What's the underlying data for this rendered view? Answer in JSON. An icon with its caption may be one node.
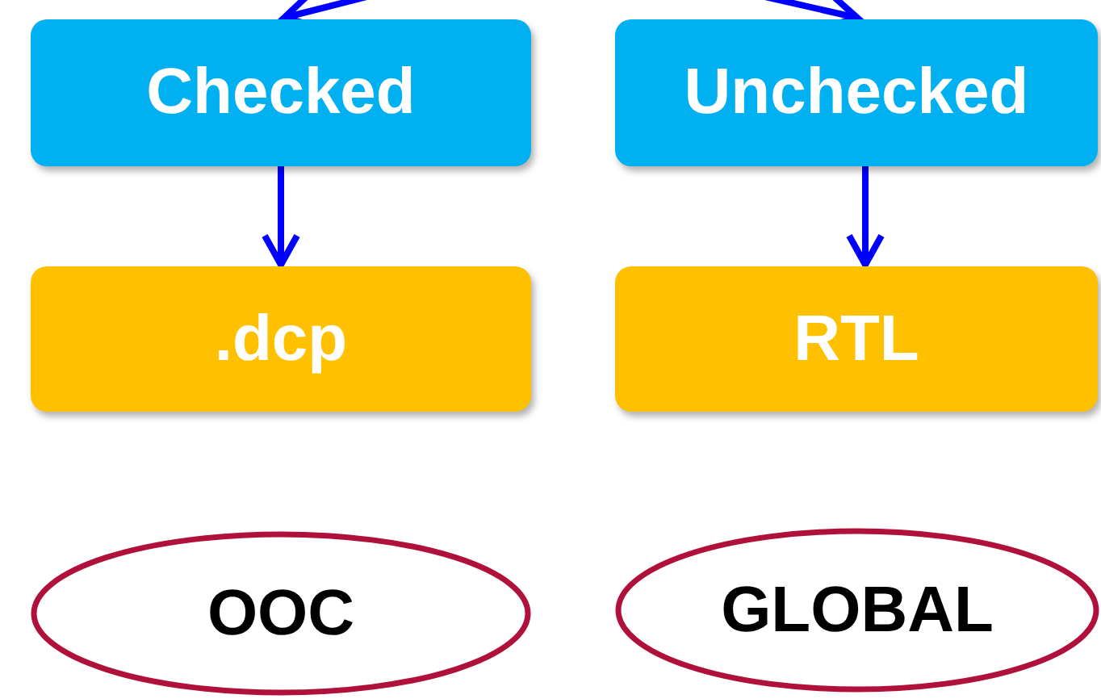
{
  "diagram": {
    "nodes": [
      {
        "text": [
          "Checked"
        ]
      },
      {
        "text": [
          "Unchecked"
        ]
      },
      {
        "text": [
          ".dcp"
        ]
      },
      {
        "text": [
          "RTL"
        ]
      },
      {
        "text": [
          "OOC"
        ]
      },
      {
        "text": [
          "GLOBAL"
        ]
      }
    ],
    "edges": [
      {
        "from": null,
        "to": 0,
        "arrow": "to"
      },
      {
        "from": null,
        "to": 1,
        "arrow": "to"
      },
      {
        "from": 0,
        "to": 2,
        "arrow": "to"
      },
      {
        "from": 1,
        "to": 3,
        "arrow": "to"
      }
    ]
  }
}
